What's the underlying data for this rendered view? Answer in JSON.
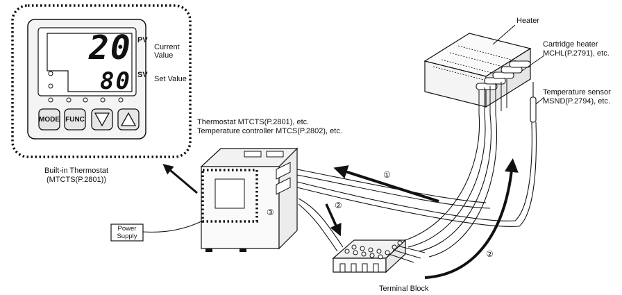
{
  "panel": {
    "pv_value": "20",
    "sv_value": "80",
    "pv_tag": "PV",
    "sv_tag": "SV",
    "current_value_label": "Current\nValue",
    "set_value_label": "Set Value",
    "buttons": [
      {
        "label": "MODE",
        "icon": "text"
      },
      {
        "label": "FUNC",
        "icon": "text"
      },
      {
        "label": "",
        "icon": "triangle-down-icon"
      },
      {
        "label": "",
        "icon": "triangle-up-icon"
      }
    ]
  },
  "labels": {
    "built_in_line1": "Built-in Thermostat",
    "built_in_line2": "(MTCTS(P.2801))",
    "thermostat_line1": "Thermostat MTCTS(P.2801), etc.",
    "thermostat_line2": "Temperature controller MTCS(P.2802), etc.",
    "power_supply_line1": "Power",
    "power_supply_line2": "Supply",
    "heater": "Heater",
    "cartridge_line1": "Cartridge heater",
    "cartridge_line2": "MCHL(P.2791), etc.",
    "sensor_line1": "Temperature sensor",
    "sensor_line2": "MSND(P.2794), etc.",
    "terminal_block": "Terminal Block",
    "step1": "①",
    "step2a": "②",
    "step2b": "②",
    "step3": "③"
  }
}
